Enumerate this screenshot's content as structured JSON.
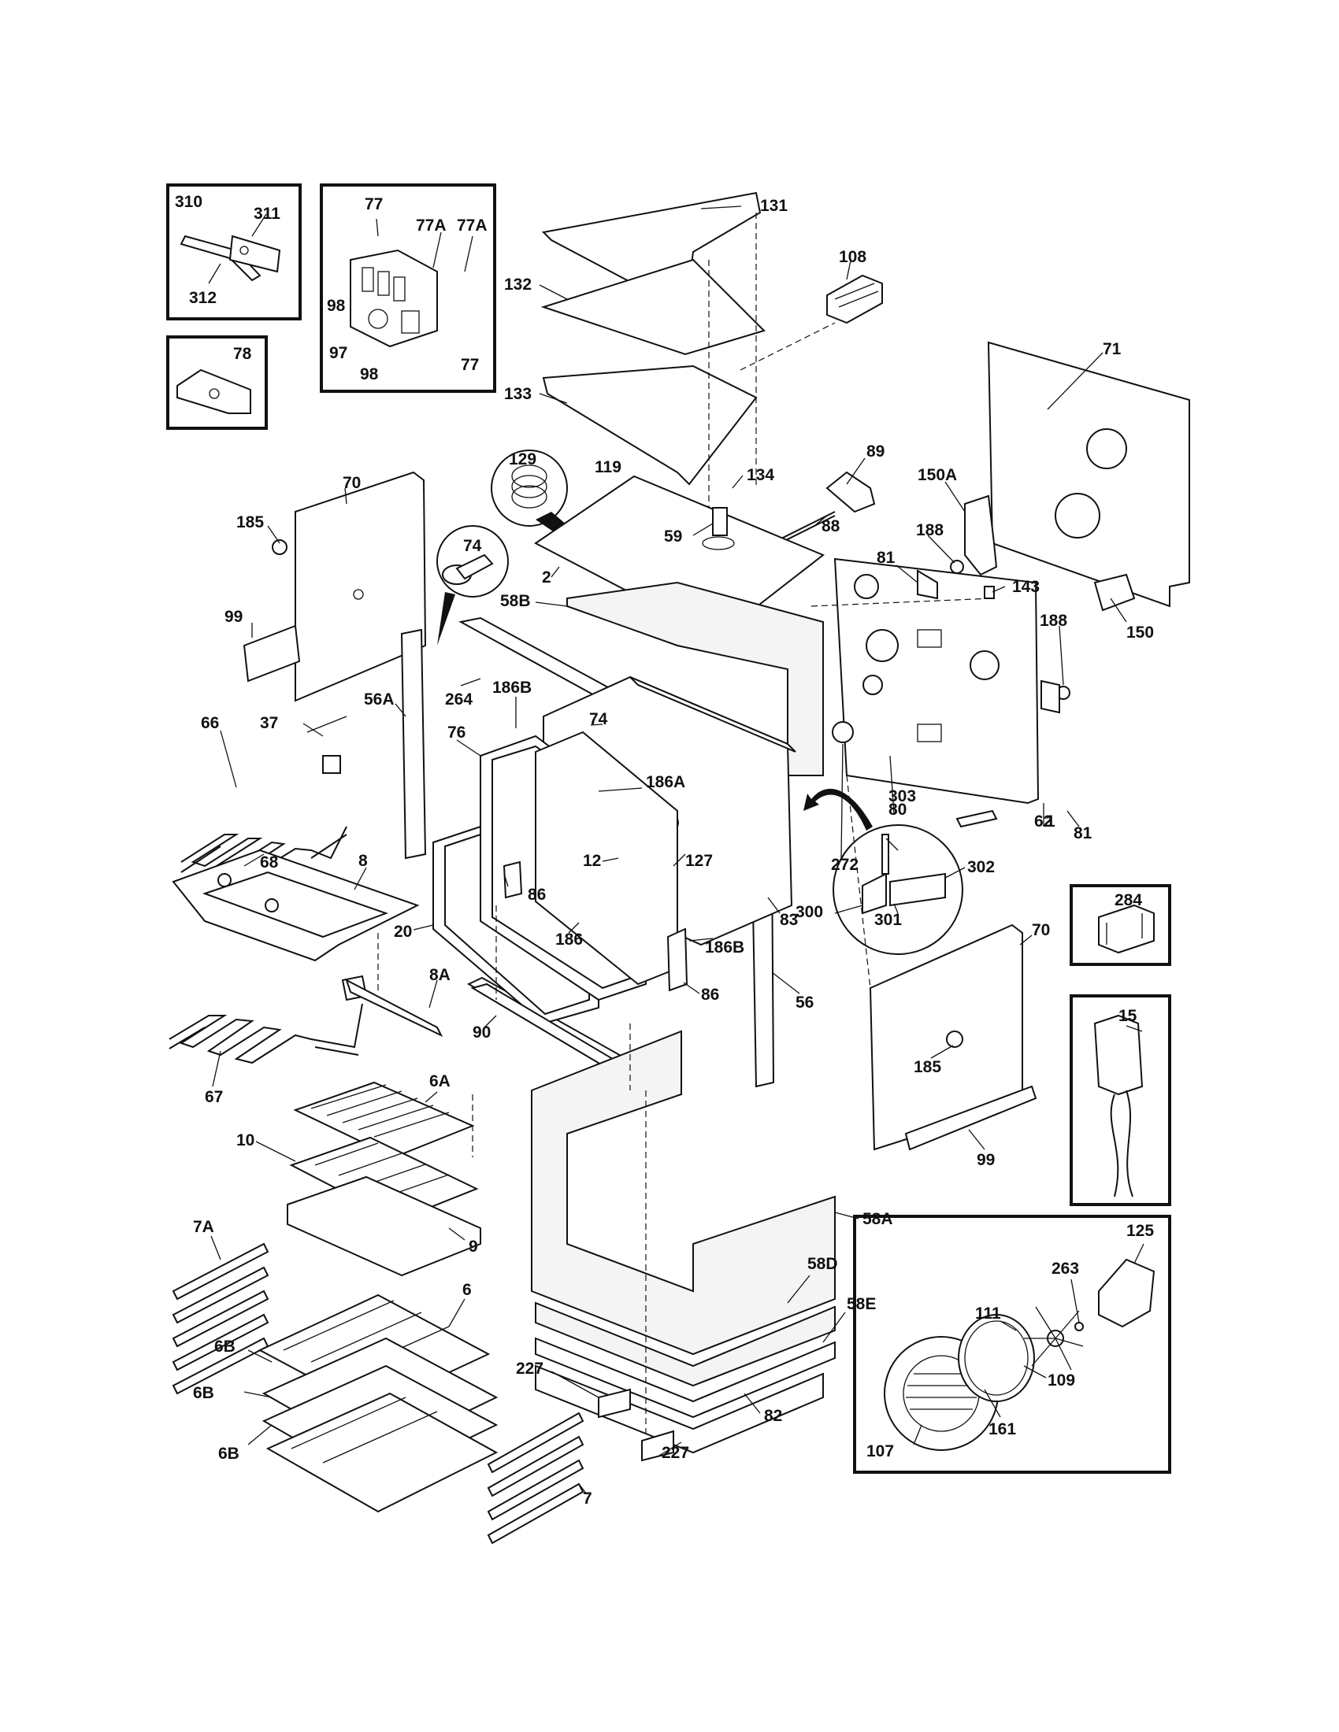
{
  "diagram": {
    "labels": {
      "l310": "310",
      "l311": "311",
      "l312": "312",
      "l78": "78",
      "l77a": "77",
      "l77b": "77",
      "l77Aa": "77A",
      "l77Ab": "77A",
      "l98a": "98",
      "l98b": "98",
      "l97": "97",
      "l131": "131",
      "l132": "132",
      "l133": "133",
      "l108": "108",
      "l71": "71",
      "l129": "129",
      "l119": "119",
      "l134": "134",
      "l89": "89",
      "l150A": "150A",
      "l70a": "70",
      "l185a": "185",
      "l74a": "74",
      "l59": "59",
      "l88": "88",
      "l2": "2",
      "l188a": "188",
      "l81a": "81",
      "l143": "143",
      "l188b": "188",
      "l150": "150",
      "l99a": "99",
      "l58B": "58B",
      "l264": "264",
      "l56A": "56A",
      "l186Ba": "186B",
      "l74b": "74",
      "l66": "66",
      "l37": "37",
      "l76": "76",
      "l186A": "186A",
      "l272": "272",
      "l80": "80",
      "l81b": "81",
      "l1": "1",
      "l303": "303",
      "l62": "62",
      "l302": "302",
      "l300": "300",
      "l301": "301",
      "l8": "8",
      "l68": "68",
      "l12": "12",
      "l127": "127",
      "l86a": "86",
      "l20": "20",
      "l186": "186",
      "l83": "83",
      "l186Bb": "186B",
      "l86b": "86",
      "l284": "284",
      "l70b": "70",
      "l8A": "8A",
      "l56": "56",
      "l90": "90",
      "l15": "15",
      "l67": "67",
      "l6A": "6A",
      "l185b": "185",
      "l10": "10",
      "l99b": "99",
      "l7A": "7A",
      "l9": "9",
      "l58A": "58A",
      "l125": "125",
      "l263": "263",
      "l58D": "58D",
      "l6": "6",
      "l111": "111",
      "l58E": "58E",
      "l6Ba": "6B",
      "l227a": "227",
      "l6Bb": "6B",
      "l109": "109",
      "l82": "82",
      "l161": "161",
      "l6Bc": "6B",
      "l227b": "227",
      "l107": "107",
      "l7": "7"
    }
  }
}
